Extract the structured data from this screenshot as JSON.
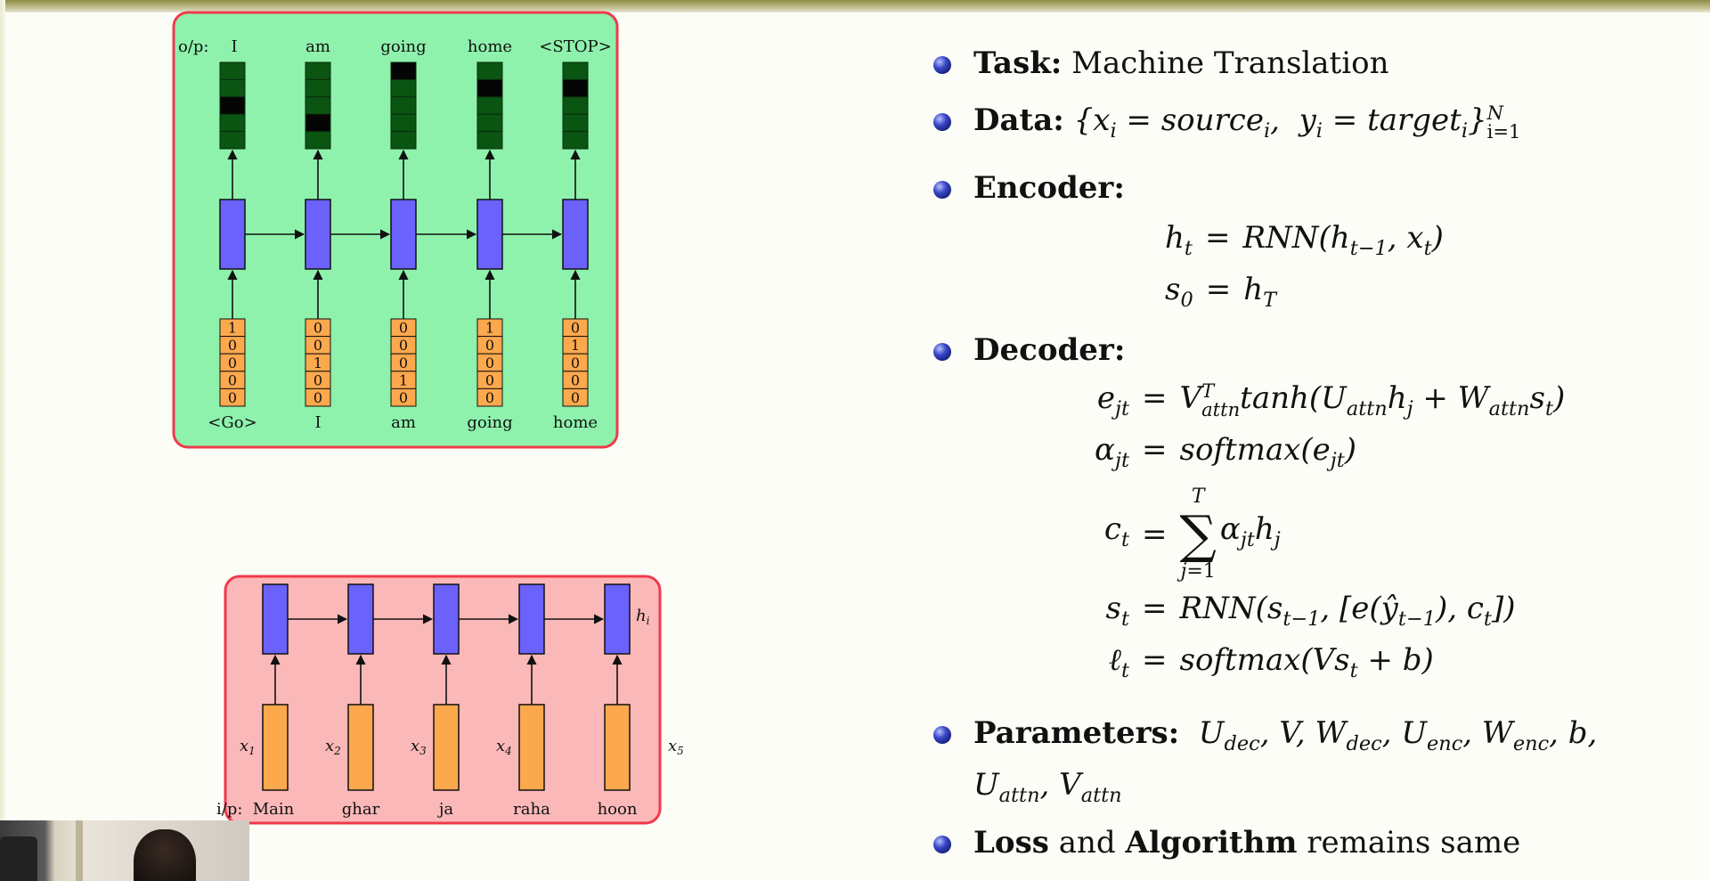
{
  "decoder_panel": {
    "output_label_prefix": "o/p:",
    "outputs": [
      "I",
      "am",
      "going",
      "home",
      "<STOP>"
    ],
    "inputs": [
      "<Go>",
      "I",
      "am",
      "going",
      "home"
    ],
    "onehots": [
      [
        "1",
        "0",
        "0",
        "0",
        "0"
      ],
      [
        "0",
        "0",
        "1",
        "0",
        "0"
      ],
      [
        "0",
        "0",
        "0",
        "1",
        "0"
      ],
      [
        "1",
        "0",
        "0",
        "0",
        "0"
      ],
      [
        "0",
        "1",
        "0",
        "0",
        "0"
      ]
    ],
    "output_dark_cells": [
      [
        2
      ],
      [
        3
      ],
      [
        0
      ],
      [
        1
      ],
      [
        1
      ]
    ],
    "colors": {
      "panel": "#8ef2ac",
      "border": "#f03a4c",
      "rnn": "#6a62fb",
      "onehot": "#fca84d",
      "output": "#0a5512"
    }
  },
  "encoder_panel": {
    "input_label_prefix": "i/p:",
    "inputs": [
      "Main",
      "ghar",
      "ja",
      "raha",
      "hoon"
    ],
    "x_labels": [
      "x",
      "x",
      "x",
      "x",
      "x"
    ],
    "x_subscripts": [
      "1",
      "2",
      "3",
      "4",
      "5"
    ],
    "hidden_label": "h",
    "hidden_sub": "i",
    "colors": {
      "panel": "#fbb8b8",
      "border": "#f03a4c",
      "rnn": "#6a62fb",
      "input": "#fca84d"
    }
  },
  "slide": {
    "task_kw": "Task:",
    "task_text": "Machine Translation",
    "data_kw": "Data:",
    "encoder_kw": "Encoder:",
    "decoder_kw": "Decoder:",
    "parameters_kw": "Parameters:",
    "loss_kw": "Loss",
    "and_text": "and",
    "algorithm_kw": "Algorithm",
    "remains_text": "remains same"
  },
  "webcam": {
    "icon": "presenter-video-feed"
  }
}
